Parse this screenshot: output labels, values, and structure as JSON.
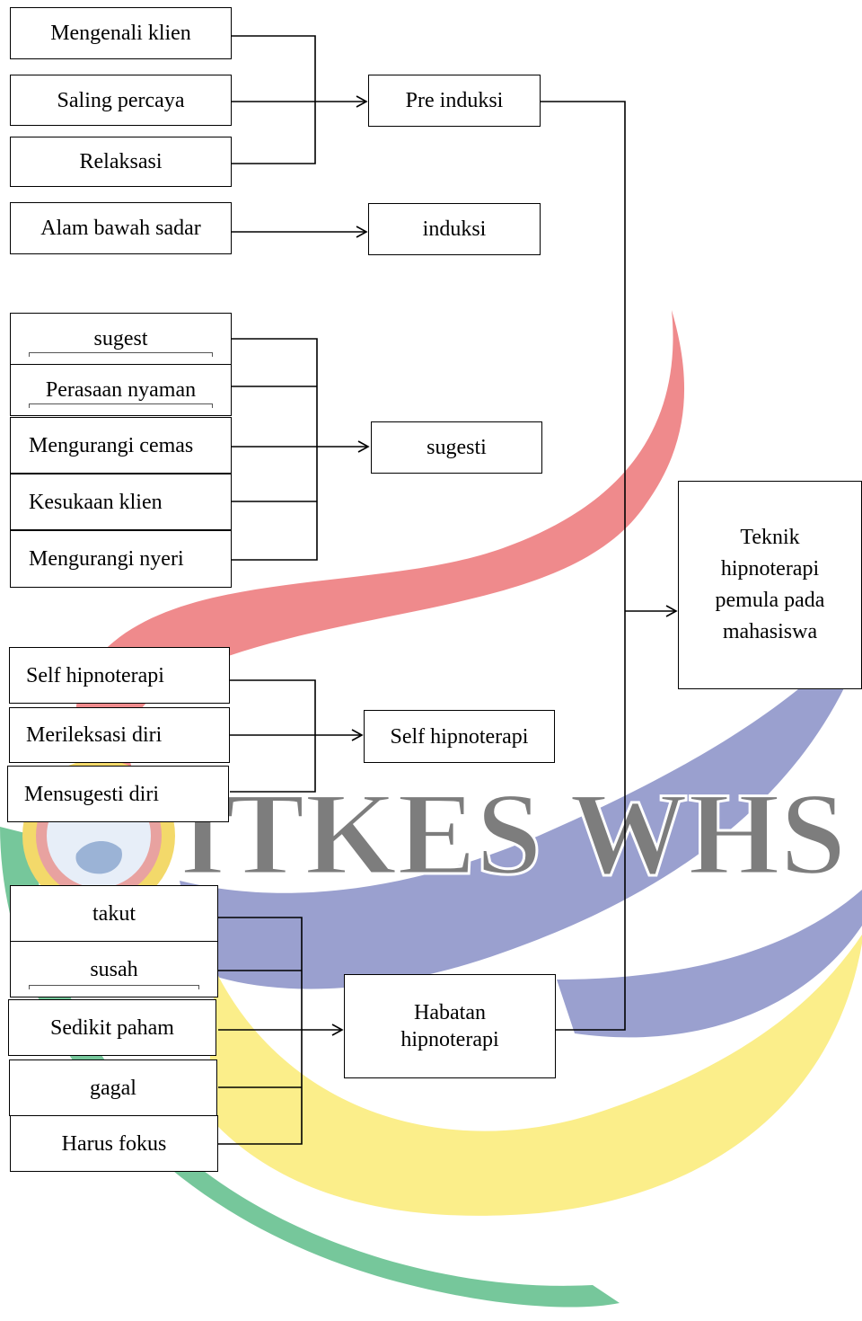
{
  "watermark": {
    "text": "ITKES WHS",
    "colors": {
      "red": "#ef8a8c",
      "blue": "#9aa0cf",
      "yellow": "#fbee8a",
      "green": "#76c79b",
      "gray_text": "#7d7d7d"
    }
  },
  "groups": {
    "pre_induksi": {
      "items": [
        "Mengenali klien",
        "Saling percaya",
        "Relaksasi"
      ],
      "target": "Pre induksi"
    },
    "induksi": {
      "items": [
        "Alam bawah sadar"
      ],
      "target": "induksi"
    },
    "sugesti": {
      "items": [
        "sugest",
        "Perasaan nyaman",
        "Mengurangi cemas",
        "Kesukaan klien",
        "Mengurangi nyeri"
      ],
      "target": "sugesti"
    },
    "self_hipnoterapi": {
      "items": [
        "Self hipnoterapi",
        "Merileksasi diri",
        "Mensugesti diri"
      ],
      "target": "Self hipnoterapi"
    },
    "habatan": {
      "items": [
        "takut",
        "susah",
        "Sedikit paham",
        "gagal",
        "Harus fokus"
      ],
      "target": "Habatan\nhipnoterapi"
    }
  },
  "outcome": "Teknik\nhipnoterapi\npemula pada\nmahasiswa"
}
